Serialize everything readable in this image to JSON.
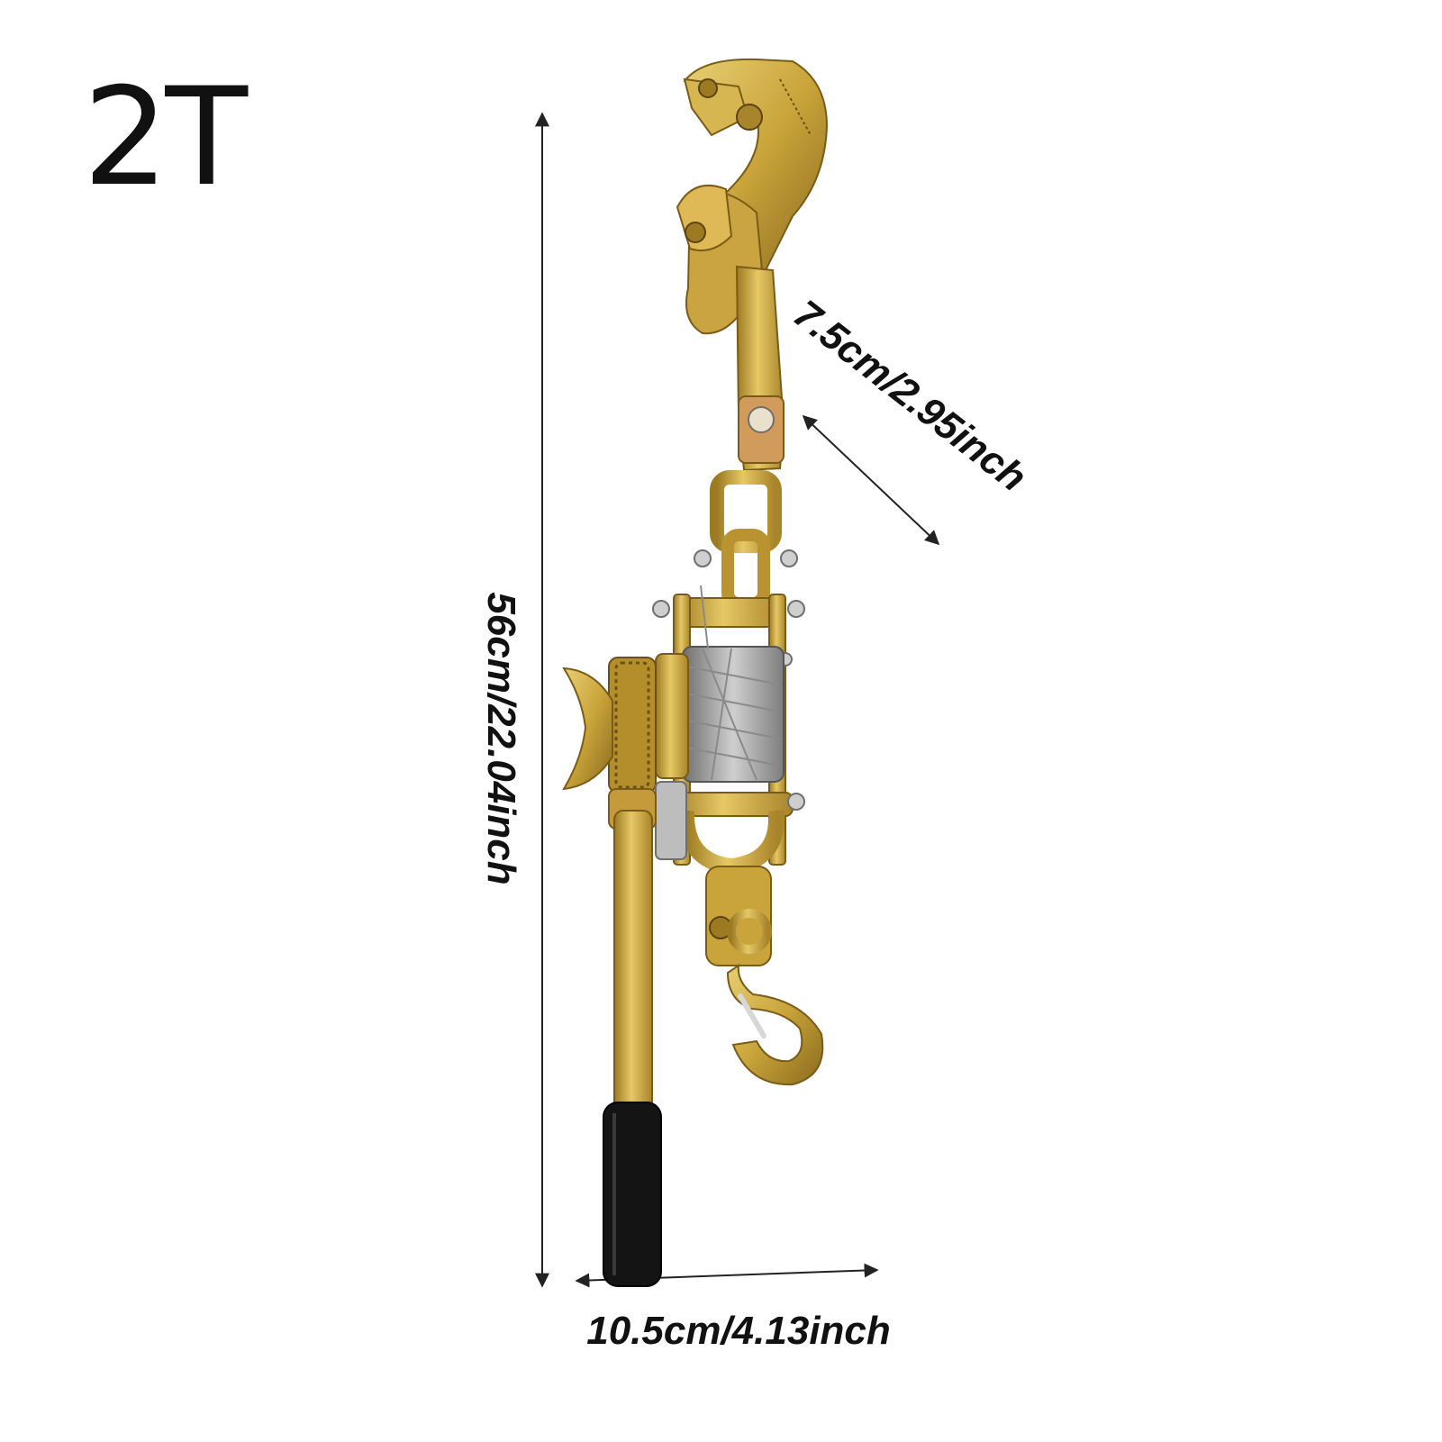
{
  "product": {
    "capacity_label": "2T",
    "image_name": "hand-cable-puller-ratchet-hoist-with-wire-grip-clamp"
  },
  "dimensions": {
    "height_label": "56cm/22.04inch",
    "jaw_label": "7.5cm/2.95inch",
    "width_label": "10.5cm/4.13inch"
  },
  "colors": {
    "metal_gold": "#c9a43a",
    "metal_dark": "#8a6a1e",
    "handle_grip": "#141414",
    "wire": "#9a9a9a",
    "arrow": "#222222",
    "text": "#111111"
  }
}
